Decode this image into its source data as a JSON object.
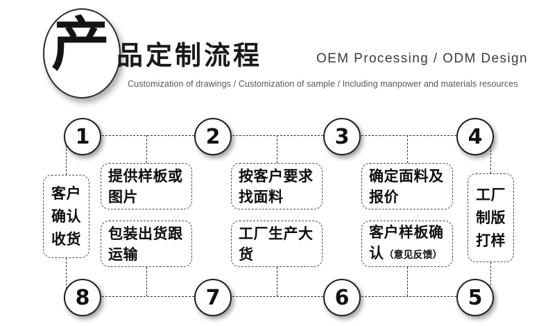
{
  "header": {
    "big_char": "产",
    "title_rest": "品定制流程",
    "title_full": "产品定制流程",
    "english_title": "OEM Processing  /  ODM Design",
    "english_subtitle": "Customization of drawings / Customization of sample / Including manpower and materials resources"
  },
  "flow": {
    "steps": [
      {
        "number": "1",
        "text": "提供样板或图片"
      },
      {
        "number": "2",
        "text": "按客户要求找面料"
      },
      {
        "number": "3",
        "text": "确定面料及报价"
      },
      {
        "number": "4",
        "text": "工厂制版打样"
      },
      {
        "number": "5",
        "text": "客户样板确认（意见反馈）"
      },
      {
        "number": "6",
        "text": "工厂生产大货"
      },
      {
        "number": "7",
        "text": "包装出货跟运输"
      },
      {
        "number": "8",
        "text": "客户确认收货"
      }
    ],
    "numbers_top": [
      "1",
      "2",
      "3",
      "4"
    ],
    "numbers_bottom": [
      "8",
      "7",
      "6",
      "5"
    ],
    "boxes": {
      "left_vertical": "客户确认收货",
      "right_vertical": "工厂制版打样",
      "col1_top": "提供样板或图片",
      "col1_bottom": "包装出货跟运输",
      "col2_top": "按客户要求找面料",
      "col2_bottom": "工厂生产大货",
      "col3_top": "确定面料及报价",
      "col3_bottom_main": "客户样板确认",
      "col3_bottom_note": "（意见反馈）"
    }
  },
  "colors": {
    "ink": "#111111",
    "line": "#2d2d2d",
    "box_border": "#4a4a4a",
    "background": "#ffffff",
    "muted_text": "#555555"
  }
}
